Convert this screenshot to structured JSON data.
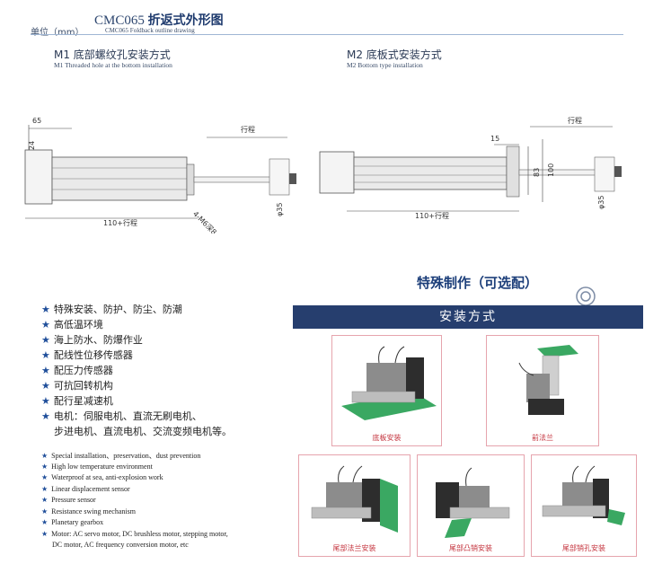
{
  "header": {
    "unit": "单位（mm）",
    "model_code": "CMC065",
    "model_title": "折返式外形图",
    "model_subtitle": "CMC065 Foldback outline drawing"
  },
  "m1": {
    "title": "M1 底部螺纹孔安装方式",
    "subtitle": "M1 Threaded hole at the bottom installation",
    "dims": {
      "d65": "65",
      "d24": "24",
      "stroke": "行程",
      "len": "110+行程",
      "thread": "4-M6深8",
      "dia": "φ35"
    }
  },
  "m2": {
    "title": "M2 底板式安装方式",
    "subtitle": "M2 Bottom type installation",
    "dims": {
      "d15": "15",
      "d83": "83",
      "d100": "100",
      "stroke": "行程",
      "len": "110+行程",
      "dia": "φ35"
    }
  },
  "special": {
    "title": "特殊制作（可选配）",
    "banner": "安装方式"
  },
  "features_cn": [
    "特殊安装、防护、防尘、防潮",
    "高低温环境",
    "海上防水、防爆作业",
    "配线性位移传感器",
    "配压力传感器",
    "可抗回转机构",
    "配行星减速机",
    "电机：伺服电机、直流无刷电机、",
    "步进电机、直流电机、交流变频电机等。"
  ],
  "features_en": [
    "Special installation、preservation、dust prevention",
    "High low temperature environment",
    "Waterproof at sea, anti-explosion work",
    "Linear displacement sensor",
    "Pressure sensor",
    "Resistance swing mechanism",
    "Planetary gearbox",
    "Motor: AC servo motor, DC brushless motor, stepping motor,",
    "DC motor, AC frequency conversion motor, etc"
  ],
  "cards": [
    {
      "label": "底板安装"
    },
    {
      "label": "前法兰"
    },
    {
      "label": "尾部法兰安装"
    },
    {
      "label": "尾部凸销安装"
    },
    {
      "label": "尾部销孔安装"
    }
  ],
  "colors": {
    "accent": "#263e6e",
    "flange_green": "#3aa862",
    "card_border": "#e6a4ad",
    "label_red": "#c4333d"
  }
}
